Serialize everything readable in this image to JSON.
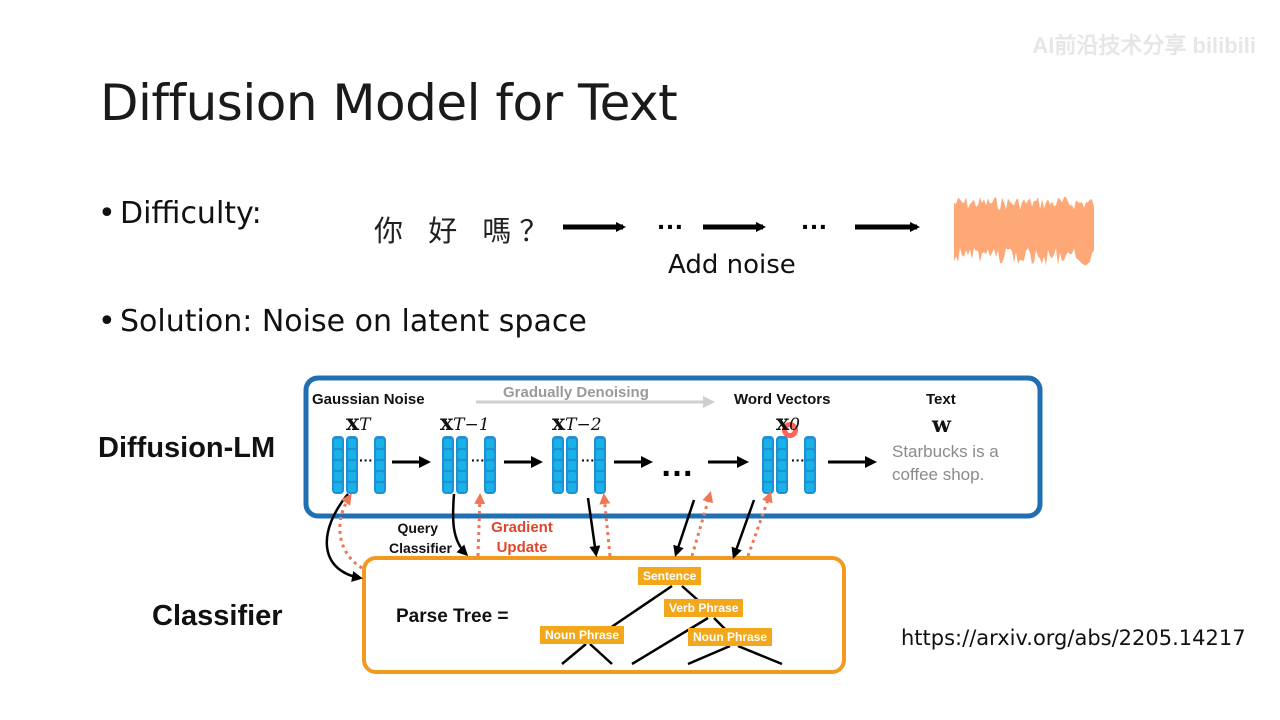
{
  "slide": {
    "title": "Diffusion Model for Text",
    "watermark": "AI前沿技术分享 bilibili",
    "bullets": [
      {
        "text": "Difficulty:"
      },
      {
        "text": "Solution: Noise on latent space"
      }
    ],
    "difficulty": {
      "chinese_text": "你 好 嗎？",
      "ellipsis": "…",
      "add_noise_label": "Add noise"
    },
    "reference_url": "https://arxiv.org/abs/2205.14217"
  },
  "figure": {
    "row_labels": {
      "diffusion_lm": "Diffusion-LM",
      "classifier": "Classifier"
    },
    "gaussian_noise": "Gaussian Noise",
    "gradually_denoising": "Gradually Denoising",
    "word_vectors": "Word Vectors",
    "text_header": "Text",
    "latent_symbols": {
      "x": "x",
      "sub_T": "T",
      "sub_T1": "T−1",
      "sub_T2": "T−2",
      "sub_0": "0",
      "w": "w"
    },
    "vector_dots": "···",
    "big_ellipsis": "…",
    "output_text_line1": "Starbucks is a",
    "output_text_line2": "coffee shop.",
    "query_classifier_line1": "Query",
    "query_classifier_line2": "Classifier",
    "gradient_update_line1": "Gradient",
    "gradient_update_line2": "Update",
    "parse_tree_label": "Parse Tree =",
    "tree_nodes": {
      "sentence": "Sentence",
      "verb_phrase": "Verb Phrase",
      "noun_phrase_left": "Noun Phrase",
      "noun_phrase_right": "Noun Phrase"
    },
    "colors": {
      "diffusion_box_border": "#1f6fb2",
      "classifier_box_border": "#f29a1f",
      "vector_fill": "#1e90d6",
      "vector_cell": "#19b2e8",
      "gradient_arrow": "#ee7755",
      "noise_fill": "#ffa877",
      "tag_fill": "#f3a81c"
    }
  }
}
